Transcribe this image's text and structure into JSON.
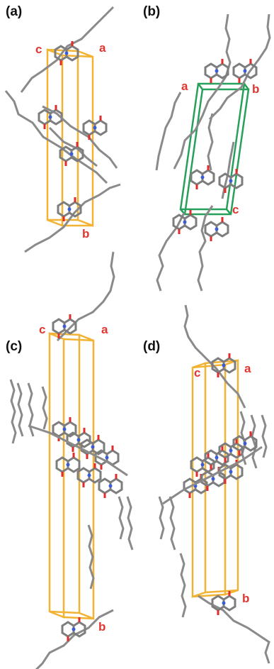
{
  "colors": {
    "cell_orange": "#f2b233",
    "cell_green": "#26a05a",
    "bond": "#8a8a8a",
    "oxygen": "#e22b2b",
    "nitrogen": "#3a5bd6",
    "axis_label": "#e2352f"
  },
  "panels": [
    {
      "label": "(a)",
      "axes": {
        "a": "a",
        "b": "b",
        "c": "c"
      }
    },
    {
      "label": "(b)",
      "axes": {
        "a": "a",
        "b": "b",
        "c": "c"
      }
    },
    {
      "label": "(c)",
      "axes": {
        "a": "a",
        "b": "b",
        "c": "c"
      }
    },
    {
      "label": "(d)",
      "axes": {
        "a": "a",
        "b": "b",
        "c": "c"
      }
    }
  ]
}
